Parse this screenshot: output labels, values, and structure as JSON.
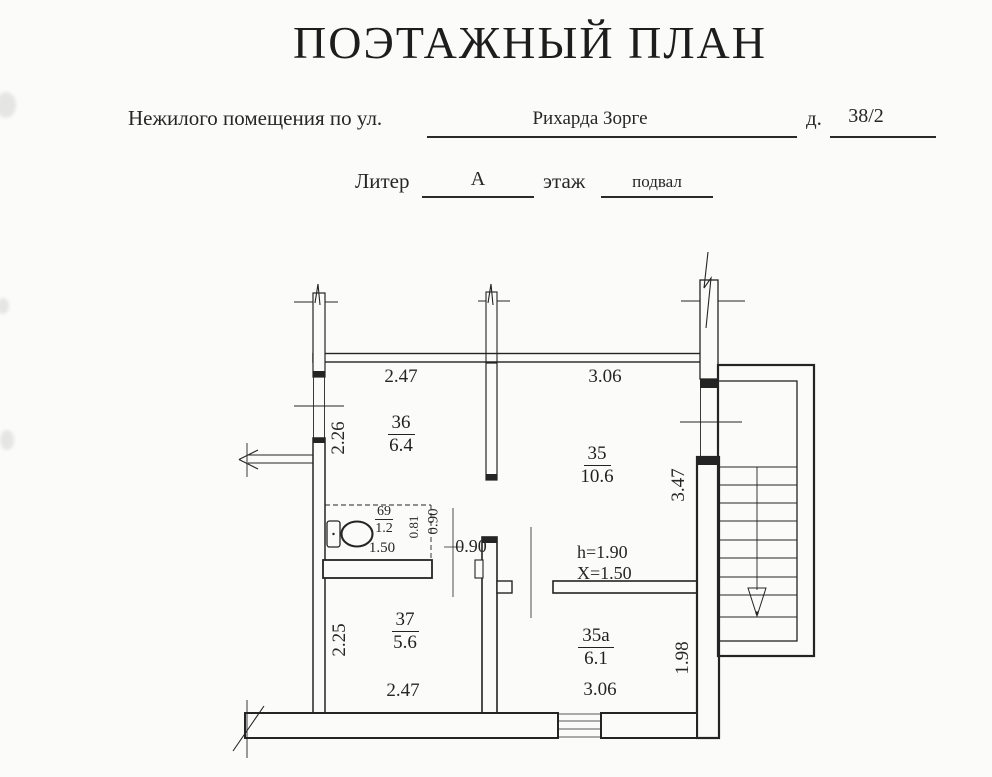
{
  "colors": {
    "ink": "#242424",
    "paper": "#fbfbfa"
  },
  "header": {
    "title": "ПОЭТАЖНЫЙ ПЛАН",
    "line1_label": "Нежилого помещения по ул.",
    "street_value": "Рихарда Зорге",
    "house_label": "д.",
    "house_value": "38/2",
    "liter_label": "Литер",
    "liter_value": "А",
    "floor_label": "этаж",
    "floor_value": "подвал"
  },
  "plan": {
    "rooms": {
      "r36": {
        "number": "36",
        "area": "6.4"
      },
      "r35": {
        "number": "35",
        "area": "10.6"
      },
      "r37": {
        "number": "37",
        "area": "5.6"
      },
      "r35a": {
        "number": "35а",
        "area": "6.1"
      },
      "r69": {
        "number": "69",
        "area": "1.2"
      }
    },
    "dims": {
      "top_left": "2.47",
      "top_right": "3.06",
      "left_upper": "2.26",
      "right_upper": "3.47",
      "left_lower": "2.25",
      "right_lower": "1.98",
      "bottom_left": "2.47",
      "bottom_right": "3.06",
      "toilet_width": "1.50",
      "toilet_depth": "0.81",
      "toilet_clear": "0.90",
      "door_width": "0.90"
    },
    "notes": {
      "height": "h=1.90",
      "x_mark": "X=1.50"
    }
  }
}
